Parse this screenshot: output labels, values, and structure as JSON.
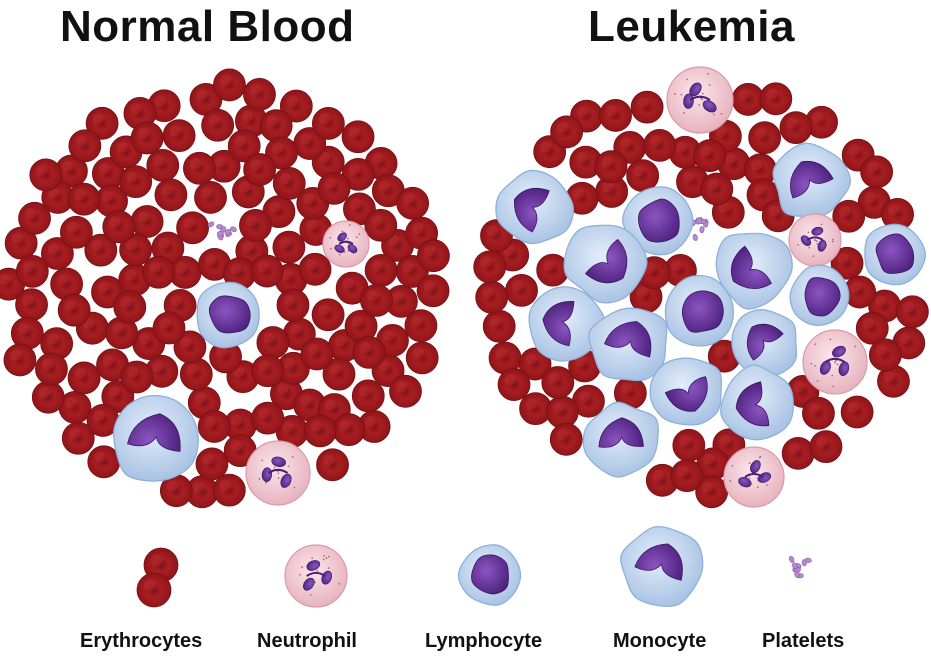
{
  "panels": {
    "normal": {
      "title": "Normal Blood"
    },
    "leukemia": {
      "title": "Leukemia"
    }
  },
  "legend": [
    {
      "id": "erythrocytes",
      "label": "Erythrocytes"
    },
    {
      "id": "neutrophil",
      "label": "Neutrophil"
    },
    {
      "id": "lymphocyte",
      "label": "Lymphocyte"
    },
    {
      "id": "monocyte",
      "label": "Monocyte"
    },
    {
      "id": "platelets",
      "label": "Platelets"
    }
  ],
  "colors": {
    "erythrocyte": "#a81e22",
    "erythrocyte_dark": "#7a1014",
    "nucleus": "#5a2a8c",
    "lymph_cytoplasm": "#c6d8ee",
    "neutrophil_cytoplasm": "#f3cfd6",
    "platelet": "#b48ad0"
  }
}
